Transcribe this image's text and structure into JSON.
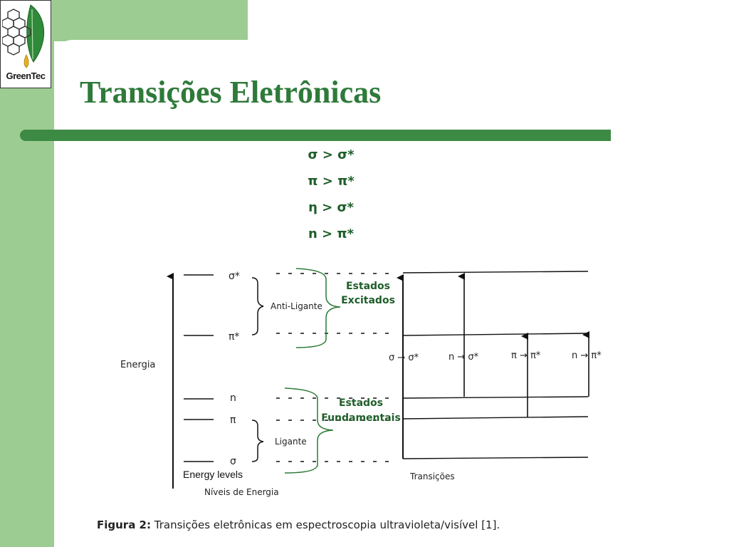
{
  "logo": {
    "text": "GreenTec"
  },
  "title": "Transições Eletrônicas",
  "transitions_list": [
    "σ  > σ*",
    "π  > π*",
    "η  > σ*",
    "n  > π*"
  ],
  "diagram": {
    "axis_label": "Energia",
    "levels": {
      "sigma_star": "σ*",
      "pi_star": "π*",
      "n": "n",
      "pi": "π",
      "sigma": "σ"
    },
    "anti_ligante": "Anti-Ligante",
    "ligante": "Ligante",
    "estados_excitados": [
      "Estados",
      "Excitados"
    ],
    "estados_fundamentais": [
      "Estados",
      "Fundamentais"
    ],
    "energy_levels_en": "Energy levels",
    "niveis_de_energia": "Níveis de Energia",
    "transicoes": "Transições",
    "transition_labels": [
      "σ → σ*",
      "n → σ*",
      "π → π*",
      "n → π*"
    ]
  },
  "caption": {
    "label": "Figura 2:",
    "text": " Transições eletrônicas em espectroscopia ultravioleta/visível [1]."
  },
  "colors": {
    "sidebar": "#9dcc92",
    "title": "#2f7a3a",
    "rule": "#3d8a45",
    "accent_text": "#1f5e2a"
  }
}
